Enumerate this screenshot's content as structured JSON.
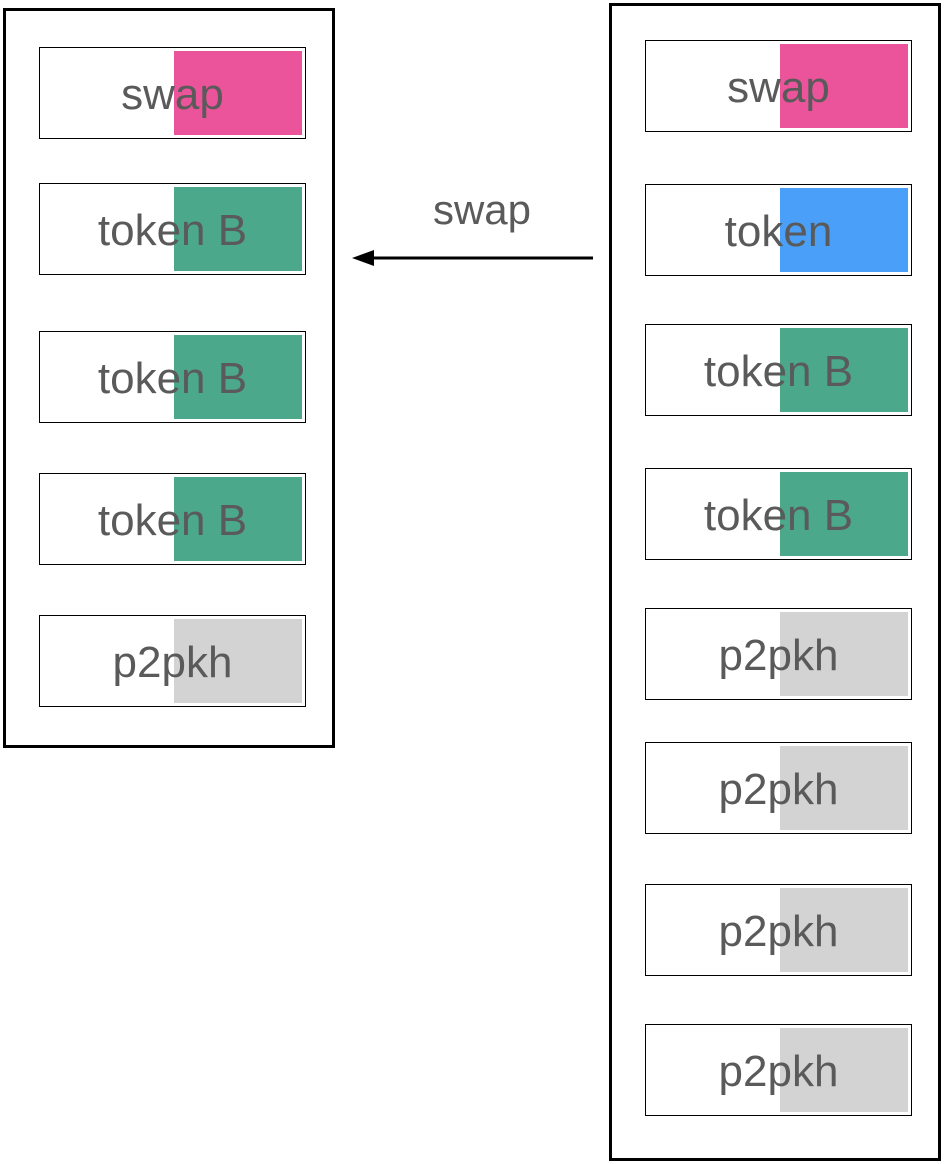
{
  "colors": {
    "swap": "#EB549A",
    "token_a": "#4A9FF8",
    "token_b": "#4BA88A",
    "p2pkh": "#D3D3D3",
    "text": "#5A5A5A",
    "border": "#000000"
  },
  "left_transaction": {
    "outputs": [
      {
        "label": "swap",
        "color": "#EB549A"
      },
      {
        "label": "token B",
        "color": "#4BA88A"
      },
      {
        "label": "token B",
        "color": "#4BA88A"
      },
      {
        "label": "token B",
        "color": "#4BA88A"
      },
      {
        "label": "p2pkh",
        "color": "#D3D3D3"
      }
    ]
  },
  "arrow": {
    "label": "swap"
  },
  "right_transaction": {
    "outputs": [
      {
        "label": "swap",
        "color": "#EB549A"
      },
      {
        "label": "token",
        "color": "#4A9FF8"
      },
      {
        "label": "token B",
        "color": "#4BA88A"
      },
      {
        "label": "token B",
        "color": "#4BA88A"
      },
      {
        "label": "p2pkh",
        "color": "#D3D3D3"
      },
      {
        "label": "p2pkh",
        "color": "#D3D3D3"
      },
      {
        "label": "p2pkh",
        "color": "#D3D3D3"
      },
      {
        "label": "p2pkh",
        "color": "#D3D3D3"
      }
    ]
  }
}
